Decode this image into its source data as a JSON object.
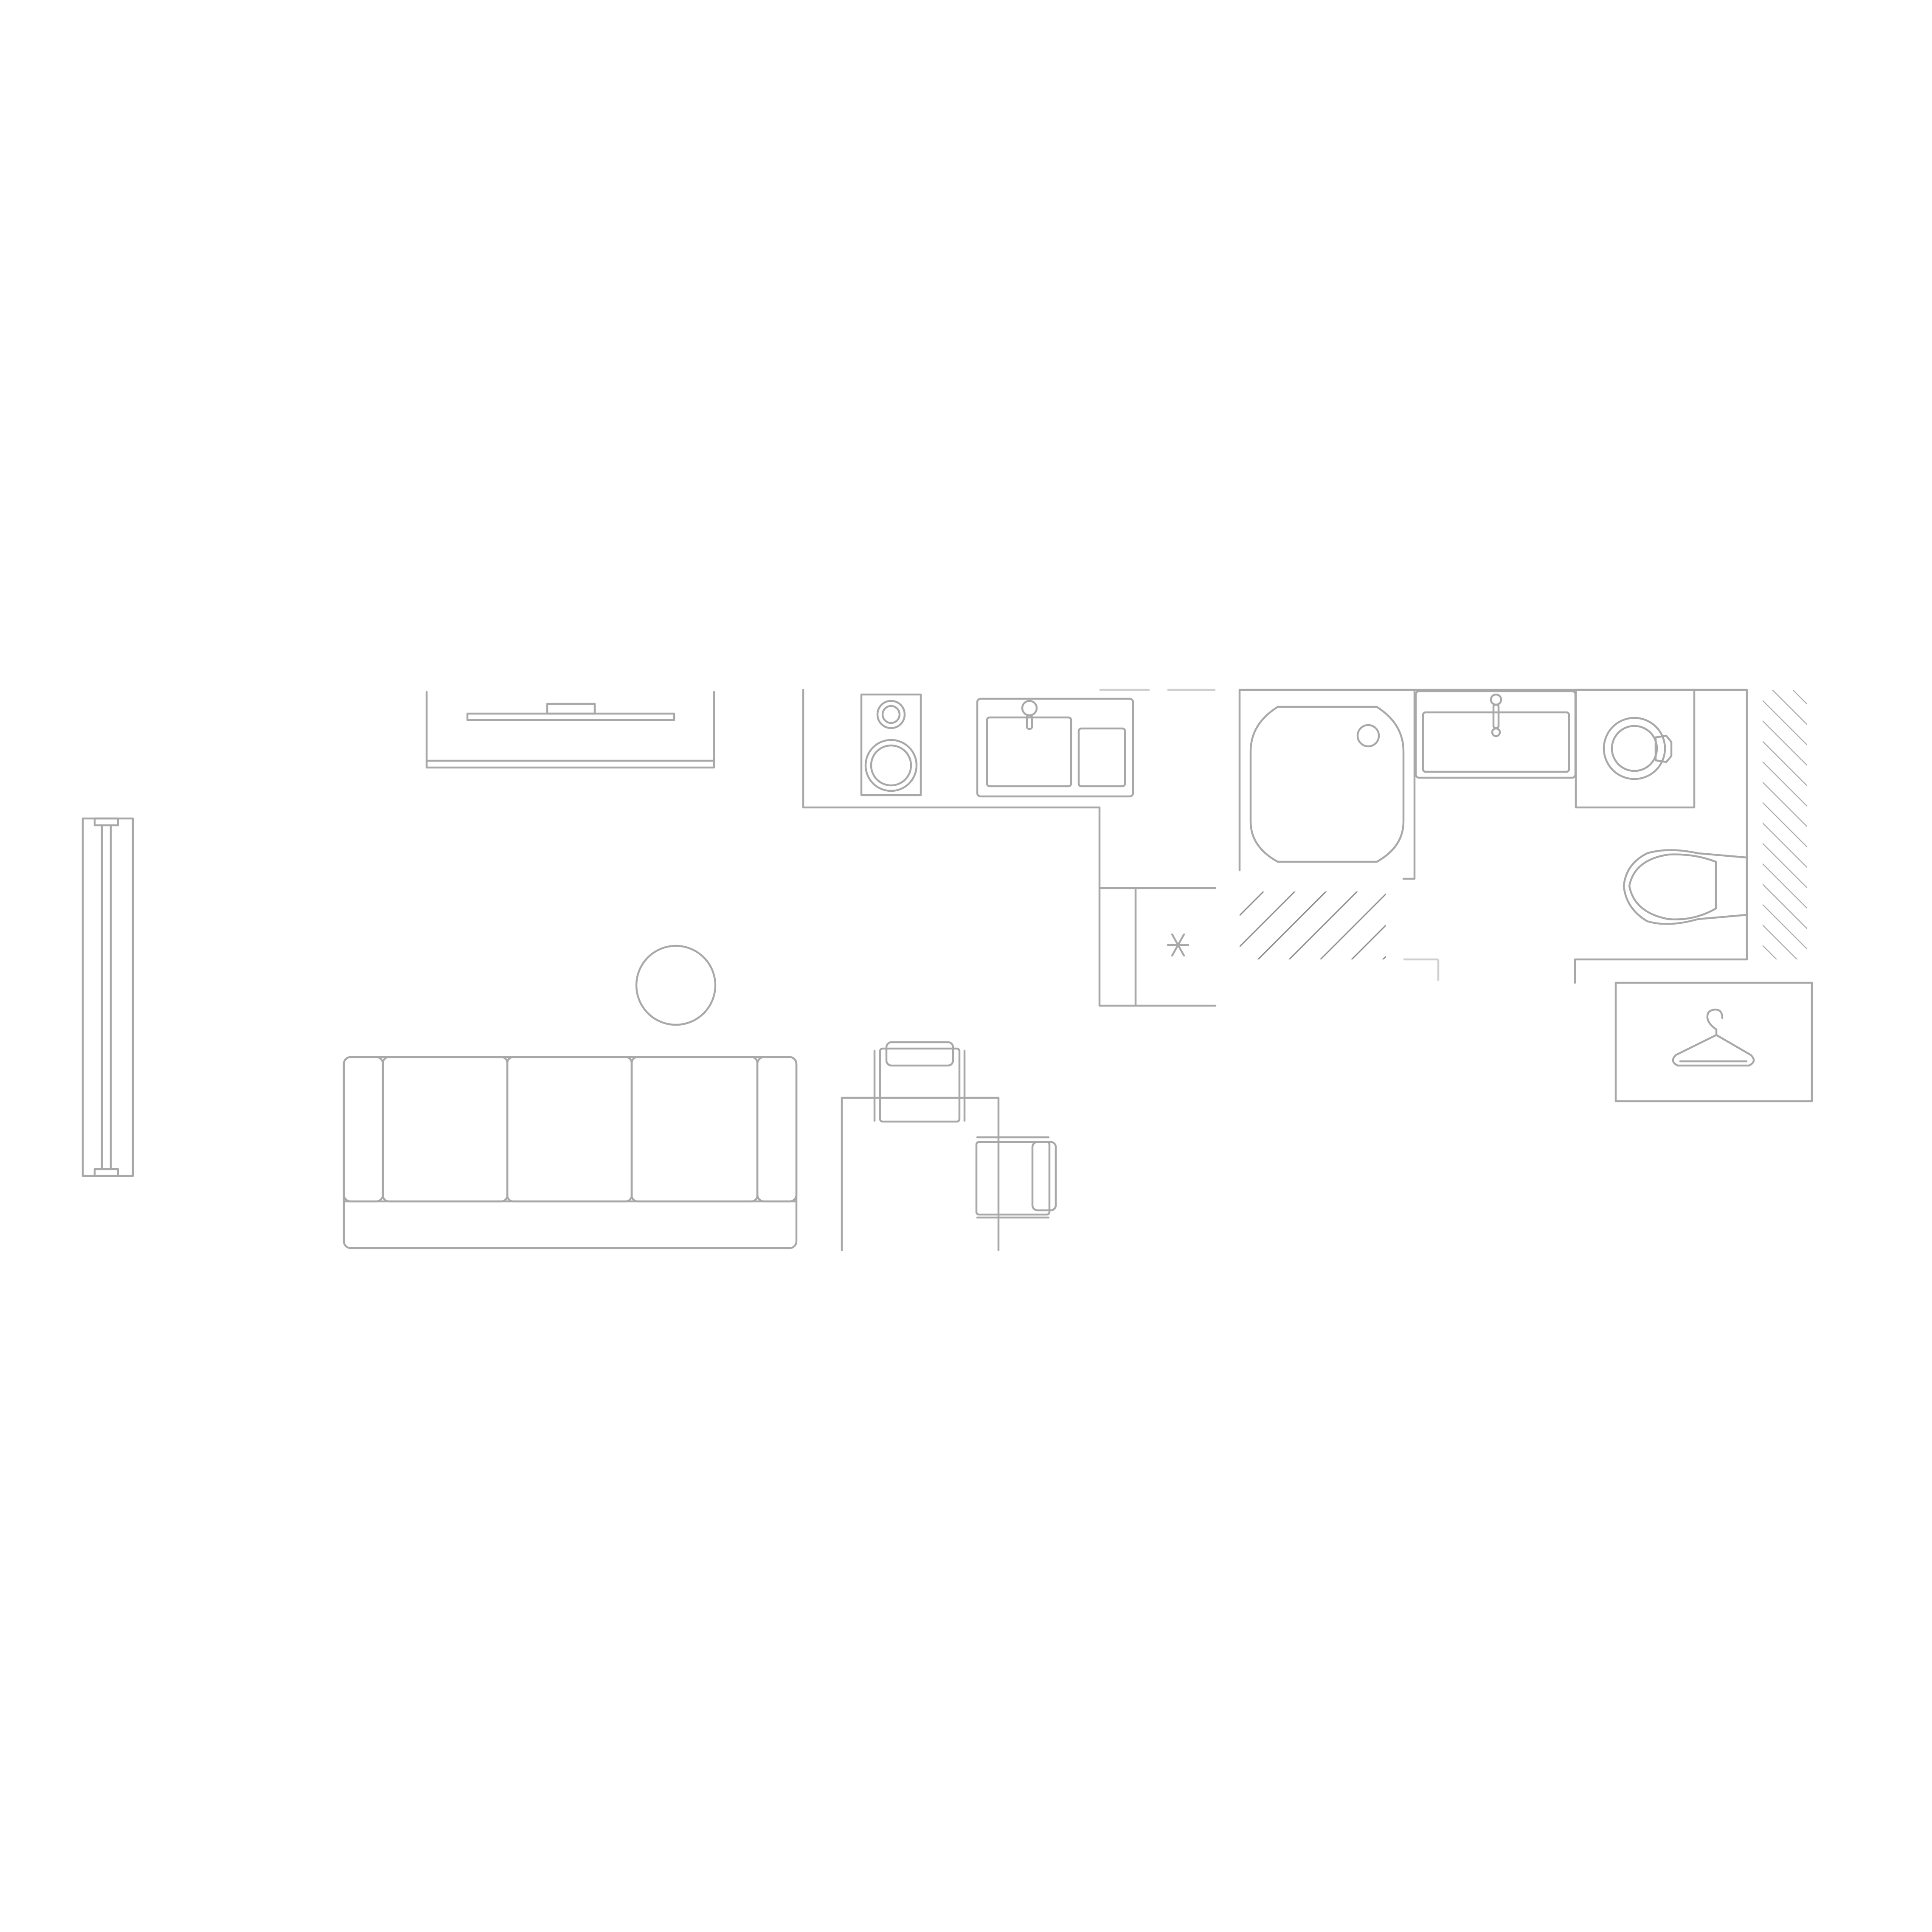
{
  "diagram": {
    "kind": "floor-plan",
    "colors": {
      "background": "#ffffff",
      "line": "#a8a8a8",
      "hatch_dark": "#8c8c8c",
      "line_light": "#cfcfcf"
    },
    "elements": [
      {
        "id": "radiator",
        "icon": "radiator-icon"
      },
      {
        "id": "tv-console",
        "icon": "tv-stand-icon"
      },
      {
        "id": "kitchen-counter",
        "icon": "counter-icon"
      },
      {
        "id": "stove",
        "icon": "stove-icon"
      },
      {
        "id": "kitchen-sink",
        "icon": "double-sink-icon"
      },
      {
        "id": "fridge",
        "icon": "snowflake-icon"
      },
      {
        "id": "shower-tray",
        "icon": "shower-icon"
      },
      {
        "id": "bathroom-vanity",
        "icon": "vanity-sink-icon"
      },
      {
        "id": "washing-machine",
        "icon": "washer-icon"
      },
      {
        "id": "toilet",
        "icon": "toilet-icon"
      },
      {
        "id": "wardrobe",
        "icon": "hanger-icon"
      },
      {
        "id": "sofa",
        "icon": "sofa-icon"
      },
      {
        "id": "round-side-table",
        "icon": "round-table-icon"
      },
      {
        "id": "dining-table",
        "icon": "table-icon"
      },
      {
        "id": "dining-chairs",
        "icon": "chair-icon"
      },
      {
        "id": "wall-hatching",
        "icon": "hatch-icon"
      }
    ]
  }
}
